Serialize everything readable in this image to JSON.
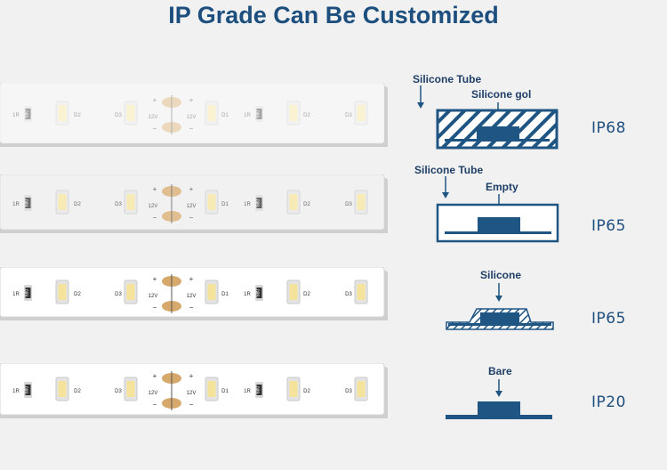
{
  "title": "IP Grade Can Be Customized",
  "colors": {
    "title": "#1d4f7e",
    "diagram": "#1f5583",
    "pad": "#d6a86b",
    "led_warm": "#f6e39b"
  },
  "strip_labels": {
    "r1": "1R",
    "resistor": "680",
    "d1": "D1",
    "d2": "D2",
    "d3": "D3",
    "voltage": "12V",
    "plus": "+",
    "minus": "−"
  },
  "grades": [
    {
      "ip": "IP68",
      "top_label": "Silicone Tube",
      "inner_label": "Silicone gol",
      "style": "filled-tube"
    },
    {
      "ip": "IP65",
      "top_label": "Silicone Tube",
      "inner_label": "Empty",
      "style": "empty-tube"
    },
    {
      "ip": "IP65",
      "top_label": "",
      "inner_label": "Silicone",
      "style": "silicone-coat"
    },
    {
      "ip": "IP20",
      "top_label": "",
      "inner_label": "Bare",
      "style": "bare"
    }
  ]
}
